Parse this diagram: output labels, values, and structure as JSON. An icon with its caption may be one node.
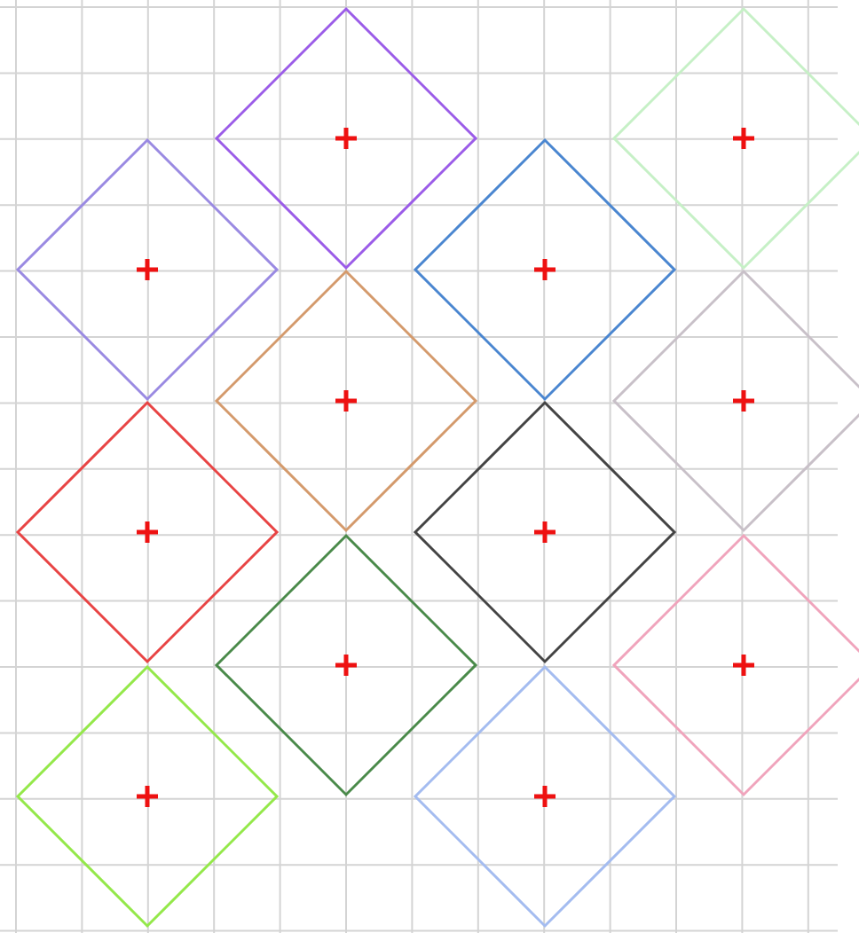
{
  "diagram": {
    "nodes": [
      {
        "text": [],
        "shape": "diamond"
      },
      {
        "text": [],
        "shape": "diamond"
      },
      {
        "text": [],
        "shape": "diamond"
      },
      {
        "text": [],
        "shape": "diamond"
      },
      {
        "text": [],
        "shape": "diamond"
      },
      {
        "text": [],
        "shape": "diamond"
      },
      {
        "text": [],
        "shape": "diamond"
      },
      {
        "text": [],
        "shape": "diamond"
      },
      {
        "text": [],
        "shape": "diamond"
      },
      {
        "text": [],
        "shape": "diamond"
      },
      {
        "text": [],
        "shape": "diamond"
      },
      {
        "text": [],
        "shape": "diamond"
      }
    ]
  }
}
